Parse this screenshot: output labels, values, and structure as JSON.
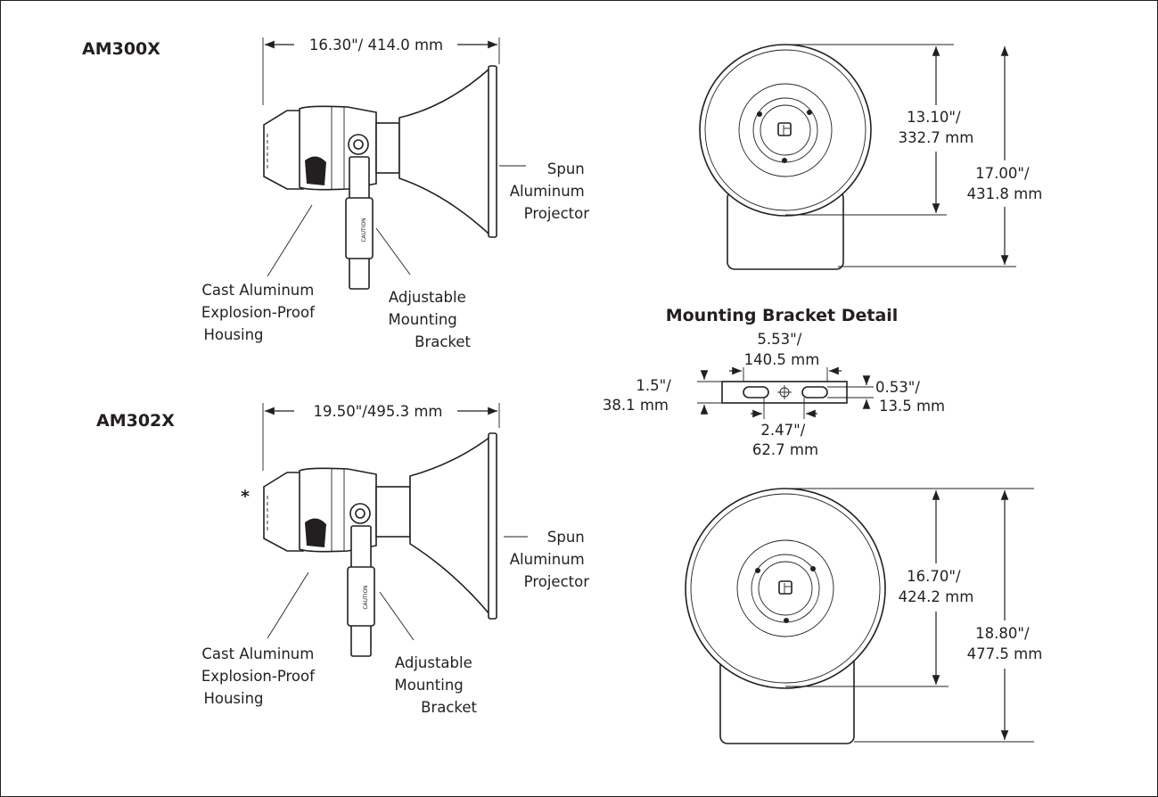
{
  "models": [
    {
      "name": "AM300X",
      "overall_length": "16.30\"/ 414.0 mm",
      "callouts": {
        "projector": [
          "Spun",
          "Aluminum",
          "Projector"
        ],
        "housing": [
          "Cast Aluminum",
          "Explosion-Proof",
          "Housing"
        ],
        "bracket": [
          "Adjustable",
          "Mounting",
          "Bracket"
        ]
      },
      "front_inner_height": [
        "13.10\"/",
        "332.7 mm"
      ],
      "front_overall_height": [
        "17.00\"/",
        "431.8 mm"
      ]
    },
    {
      "name": "AM302X",
      "overall_length": "19.50\"/495.3 mm",
      "asterisk": "*",
      "callouts": {
        "projector": [
          "Spun",
          "Aluminum",
          "Projector"
        ],
        "housing": [
          "Cast Aluminum",
          "Explosion-Proof",
          "Housing"
        ],
        "bracket": [
          "Adjustable",
          "Mounting",
          "Bracket"
        ]
      },
      "front_inner_height": [
        "16.70\"/",
        "424.2 mm"
      ],
      "front_overall_height": [
        "18.80\"/",
        "477.5 mm"
      ]
    }
  ],
  "bracket_detail": {
    "title": "Mounting Bracket Detail",
    "slot_span": [
      "5.53\"/",
      "140.5 mm"
    ],
    "height": [
      "1.5\"/",
      "38.1 mm"
    ],
    "slot_width": [
      "0.53\"/",
      "13.5 mm"
    ],
    "hole_spacing": [
      "2.47\"/",
      "62.7 mm"
    ]
  },
  "caution_label": "CAUTION"
}
